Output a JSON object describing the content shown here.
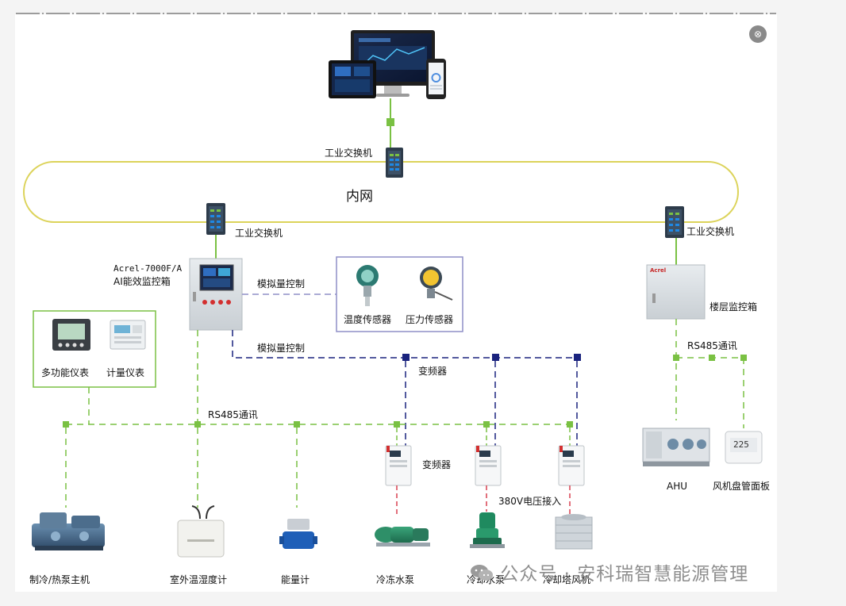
{
  "labels": {
    "switch_top": "工业交换机",
    "intranet": "内网",
    "switch_left": "工业交换机",
    "switch_right": "工业交换机",
    "acrel_model": "Acrel-7000F/A",
    "acrel_box": "AI能效监控箱",
    "analog_ctrl_1": "模拟量控制",
    "analog_ctrl_2": "模拟量控制",
    "temp_sensor": "温度传感器",
    "pressure_sensor": "压力传感器",
    "floor_box": "楼层监控箱",
    "rs485_right": "RS485通讯",
    "multi_meter": "多功能仪表",
    "metering_meter": "计量仪表",
    "rs485_main": "RS485通讯",
    "vfd_top": "变频器",
    "vfd_mid": "变频器",
    "voltage_in": "380V电压接入",
    "ahu": "AHU",
    "fcu_panel": "风机盘管面板",
    "chiller": "制冷/热泵主机",
    "outdoor_th": "室外温湿度计",
    "energy_meter": "能量计",
    "chilled_pump": "冷冻水泵",
    "cooling_pump": "冷却水泵",
    "cooling_tower": "冷却塔风机",
    "thermostat_display": "225",
    "brand_mark": "Acrel"
  },
  "watermark": "公众号 · 安科瑞智慧能源管理",
  "colors": {
    "green": "#7ac143",
    "navy": "#1a237e",
    "dash_purple": "#8f8fc7",
    "red": "#d94050",
    "ring": "#dcd35a"
  },
  "icons": {
    "close": "close-icon",
    "wechat": "wechat-icon"
  }
}
